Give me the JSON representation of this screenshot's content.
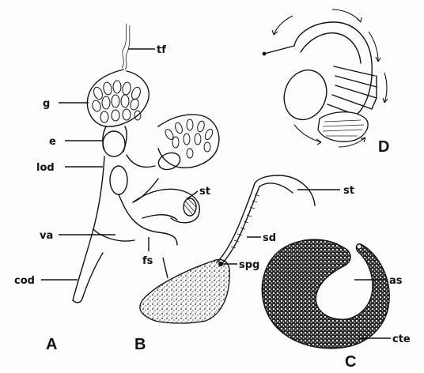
{
  "labels": {
    "tf": "tf",
    "g": "g",
    "e": "e",
    "lod": "lod",
    "va": "va",
    "cod": "cod",
    "st_a": "st",
    "fs": "fs",
    "st_b": "st",
    "sd": "sd",
    "spg": "spg",
    "as": "as",
    "cte": "cte"
  },
  "panels": {
    "A": "A",
    "B": "B",
    "C": "C",
    "D": "D"
  }
}
